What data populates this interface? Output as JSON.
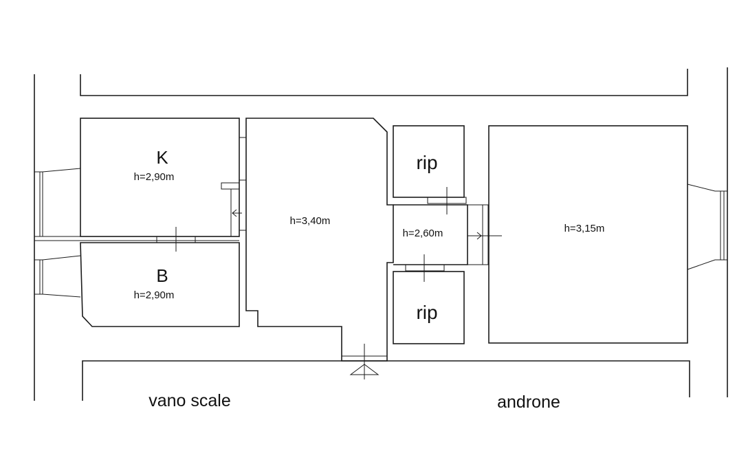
{
  "plan": {
    "rooms": {
      "kitchen": {
        "name": "K",
        "height": "h=2,90m"
      },
      "bath": {
        "name": "B",
        "height": "h=2,90m"
      },
      "main": {
        "height": "h=3,40m"
      },
      "corridor": {
        "height": "h=2,60m"
      },
      "storage_top": {
        "name": "rip"
      },
      "storage_bottom": {
        "name": "rip"
      },
      "right_room": {
        "height": "h=3,15m"
      }
    },
    "areas": {
      "stairwell": "vano scale",
      "hallway": "androne"
    }
  }
}
